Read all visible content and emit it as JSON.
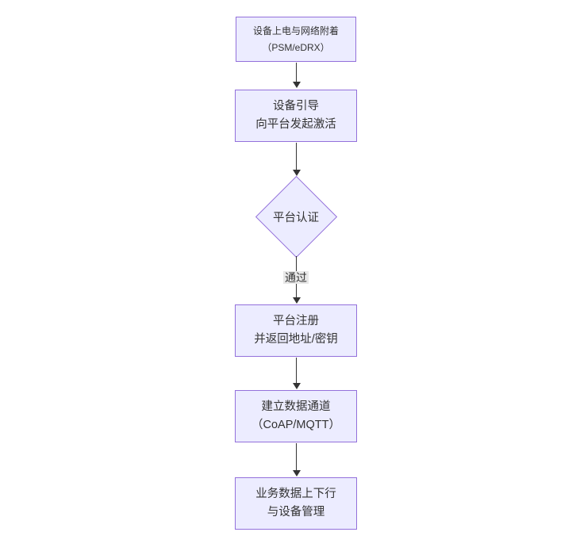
{
  "diagram": {
    "type": "flowchart-vertical",
    "background": "#ffffff",
    "colors": {
      "node_fill": "#ECECFF",
      "node_border": "#9370DB",
      "text": "#333333",
      "arrow": "#333333",
      "edge_label_bg": "#e8e8e8"
    },
    "nodes": [
      {
        "id": "power-attach",
        "shape": "rect",
        "line1": "设备上电与网络附着",
        "line2": "（PSM/eDRX）"
      },
      {
        "id": "bootstrap",
        "shape": "rect",
        "line1": "设备引导",
        "line2": "向平台发起激活"
      },
      {
        "id": "platform-auth",
        "shape": "diamond",
        "line1": "平台认证",
        "line2": ""
      },
      {
        "id": "register",
        "shape": "rect",
        "line1": "平台注册",
        "line2": "并返回地址/密钥"
      },
      {
        "id": "data-channel",
        "shape": "rect",
        "line1": "建立数据通道",
        "line2": "（CoAP/MQTT）"
      },
      {
        "id": "business",
        "shape": "rect",
        "line1": "业务数据上下行",
        "line2": "与设备管理"
      }
    ],
    "edges": [
      {
        "from": "power-attach",
        "to": "bootstrap",
        "label": ""
      },
      {
        "from": "bootstrap",
        "to": "platform-auth",
        "label": ""
      },
      {
        "from": "platform-auth",
        "to": "register",
        "label": "通过"
      },
      {
        "from": "register",
        "to": "data-channel",
        "label": ""
      },
      {
        "from": "data-channel",
        "to": "business",
        "label": ""
      }
    ]
  }
}
